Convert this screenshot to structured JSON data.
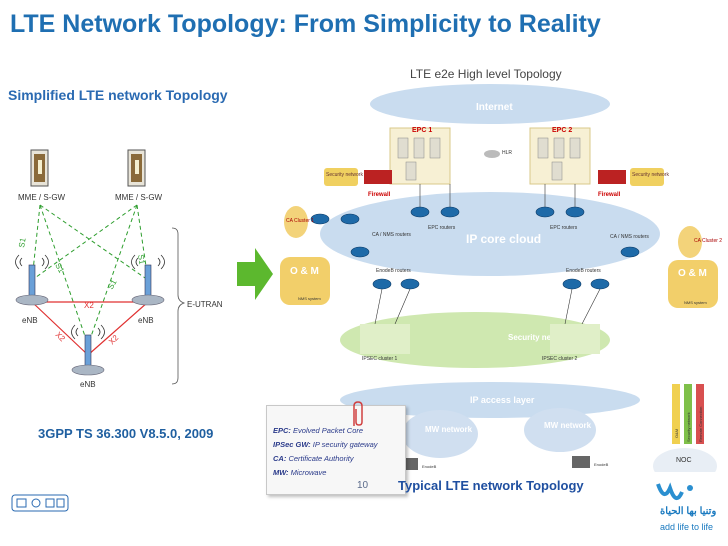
{
  "slide": {
    "title": "LTE Network Topology: From Simplicity to Reality",
    "simplified_title": "Simplified LTE network Topology",
    "citation": "3GPP TS 36.300 V8.5.0, 2009",
    "typical_caption": "Typical LTE network Topology",
    "slide_number": "10"
  },
  "simple_diagram": {
    "mme_left": "MME / S-GW",
    "mme_right": "MME / S-GW",
    "enb_left": "eNB",
    "enb_right": "eNB",
    "enb_bottom": "eNB",
    "x2_top": "X2",
    "x2_left": "X2",
    "x2_right": "X2",
    "s1_a": "S1",
    "s1_b": "S1",
    "s1_c": "S1",
    "s1_d": "S1",
    "eutran": "E-UTRAN"
  },
  "typical_diagram": {
    "header": "LTE e2e High level Topology",
    "internet": "Internet",
    "epc1": "EPC 1",
    "epc2": "EPC 2",
    "hlr": "HLR",
    "security_left": "Security network",
    "security_right": "Security network",
    "firewall_left": "Firewall",
    "firewall_right": "Firewall",
    "epc_routers_left": "EPC routers",
    "epc_routers_right": "EPC routers",
    "ca_nms_left": "CA / NMS routers",
    "ca_nms_right": "CA / NMS routers",
    "ip_core": "IP core cloud",
    "ca_cluster1": "CA Cluster 1",
    "ca_cluster2": "CA Cluster 2",
    "om_left": "O & M",
    "om_right": "O & M",
    "nms_left": "NMS system",
    "nms_right": "NMS system",
    "enodeb_routers_left": "EnodeB routers",
    "enodeb_routers_right": "EnodeB routers",
    "security_network": "Security network",
    "ipsec1": "IPSEC cluster 1",
    "ipsec2": "IPSEC cluster 2",
    "ip_access": "IP access layer",
    "mw_left": "MW network",
    "mw_right": "MW network",
    "enodeb_left": "EnodeB",
    "enodeb_right": "EnodeB",
    "noc": "NOC",
    "noc_labels": [
      "O&M",
      "Security network",
      "Remote Connection"
    ]
  },
  "legend": {
    "items": [
      {
        "term": "EPC:",
        "desc": "Evolved Packet Core"
      },
      {
        "term": "IPSec GW:",
        "desc": "IP security gateway"
      },
      {
        "term": "CA:",
        "desc": "Certificate Authority"
      },
      {
        "term": "MW:",
        "desc": "Microwave"
      }
    ]
  },
  "logo": {
    "arabic": "وتنيا بها الحياة",
    "english": "add life to life"
  },
  "colors": {
    "title": "#1f6fb2",
    "arrow": "#5cb82e",
    "cloud": "#c9dcef",
    "router": "#1e6aa8",
    "x2_line": "#e03030",
    "s1_line": "#2e9e2e"
  }
}
